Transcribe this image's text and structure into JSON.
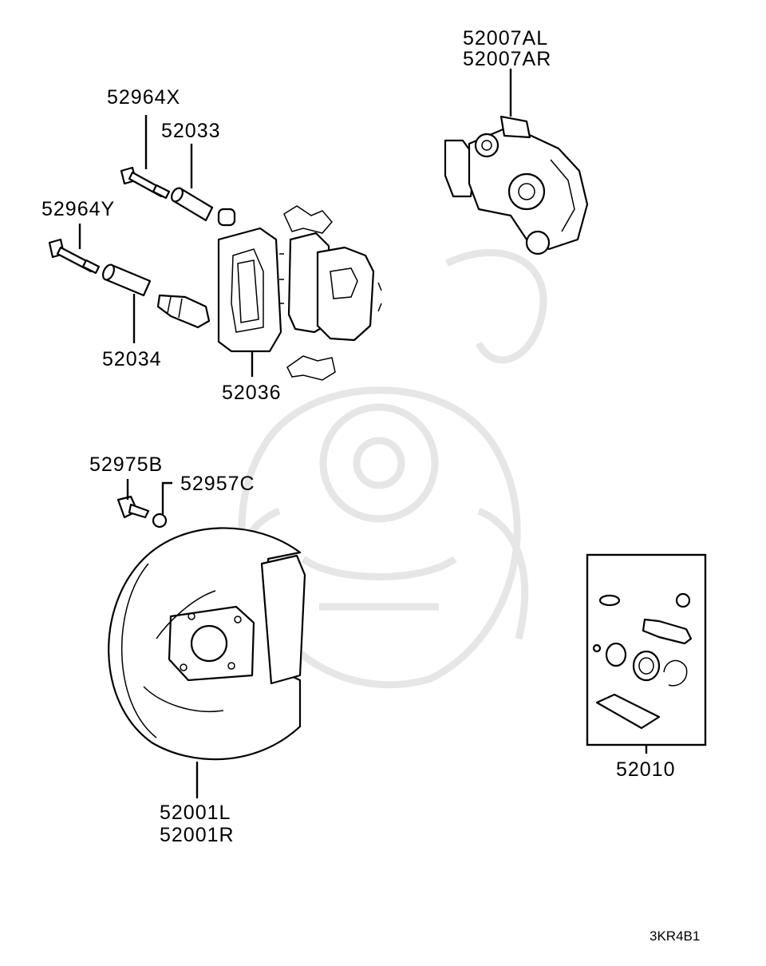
{
  "labels": {
    "caliper": [
      "52007AL",
      "52007AR"
    ],
    "guide_bolt_x": "52964X",
    "sleeve_upper": "52033",
    "guide_bolt_y": "52964Y",
    "sleeve_lower": "52034",
    "pad_support": "52036",
    "bleeder": "52975B",
    "bleeder_cap": "52957C",
    "backing_plate": [
      "52001L",
      "52001R"
    ],
    "seal_kit": "52010"
  },
  "figure_ref": "3KR4B1"
}
